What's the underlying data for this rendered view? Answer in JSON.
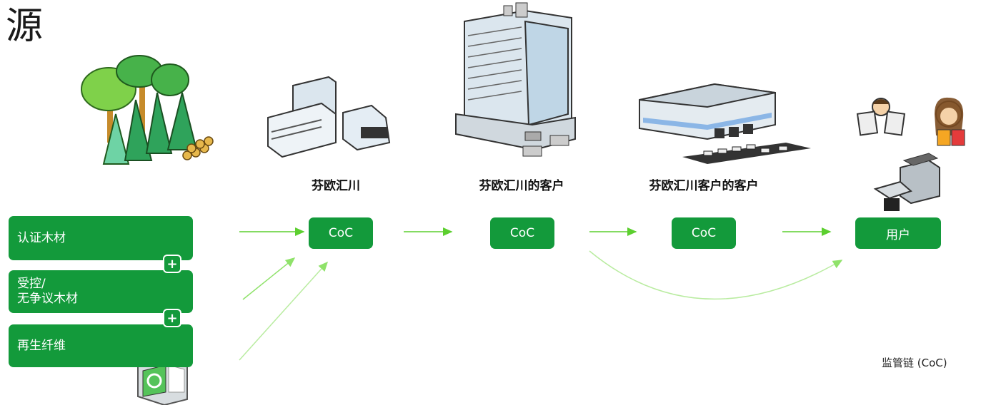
{
  "title": "源",
  "stages": [
    {
      "label": "芬欧汇川",
      "box": "CoC"
    },
    {
      "label": "芬欧汇川的客户",
      "box": "CoC"
    },
    {
      "label": "芬欧汇川客户的客户",
      "box": "CoC"
    },
    {
      "label": "",
      "box": "用户"
    }
  ],
  "sources": [
    {
      "label": "认证木材"
    },
    {
      "label": "受控/\n无争议木材"
    },
    {
      "label": "再生纤维"
    }
  ],
  "plus_symbol": "+",
  "footnote": "监管链 (CoC)",
  "colors": {
    "green": "#139a3b",
    "arrow": "#7ed957",
    "light_arrow": "#b9eca0"
  },
  "icons": [
    "forest-icon",
    "factory-icon",
    "office-tower-icon",
    "warehouse-icon",
    "readers-icon",
    "printer-icon",
    "recycle-bin-icon"
  ]
}
